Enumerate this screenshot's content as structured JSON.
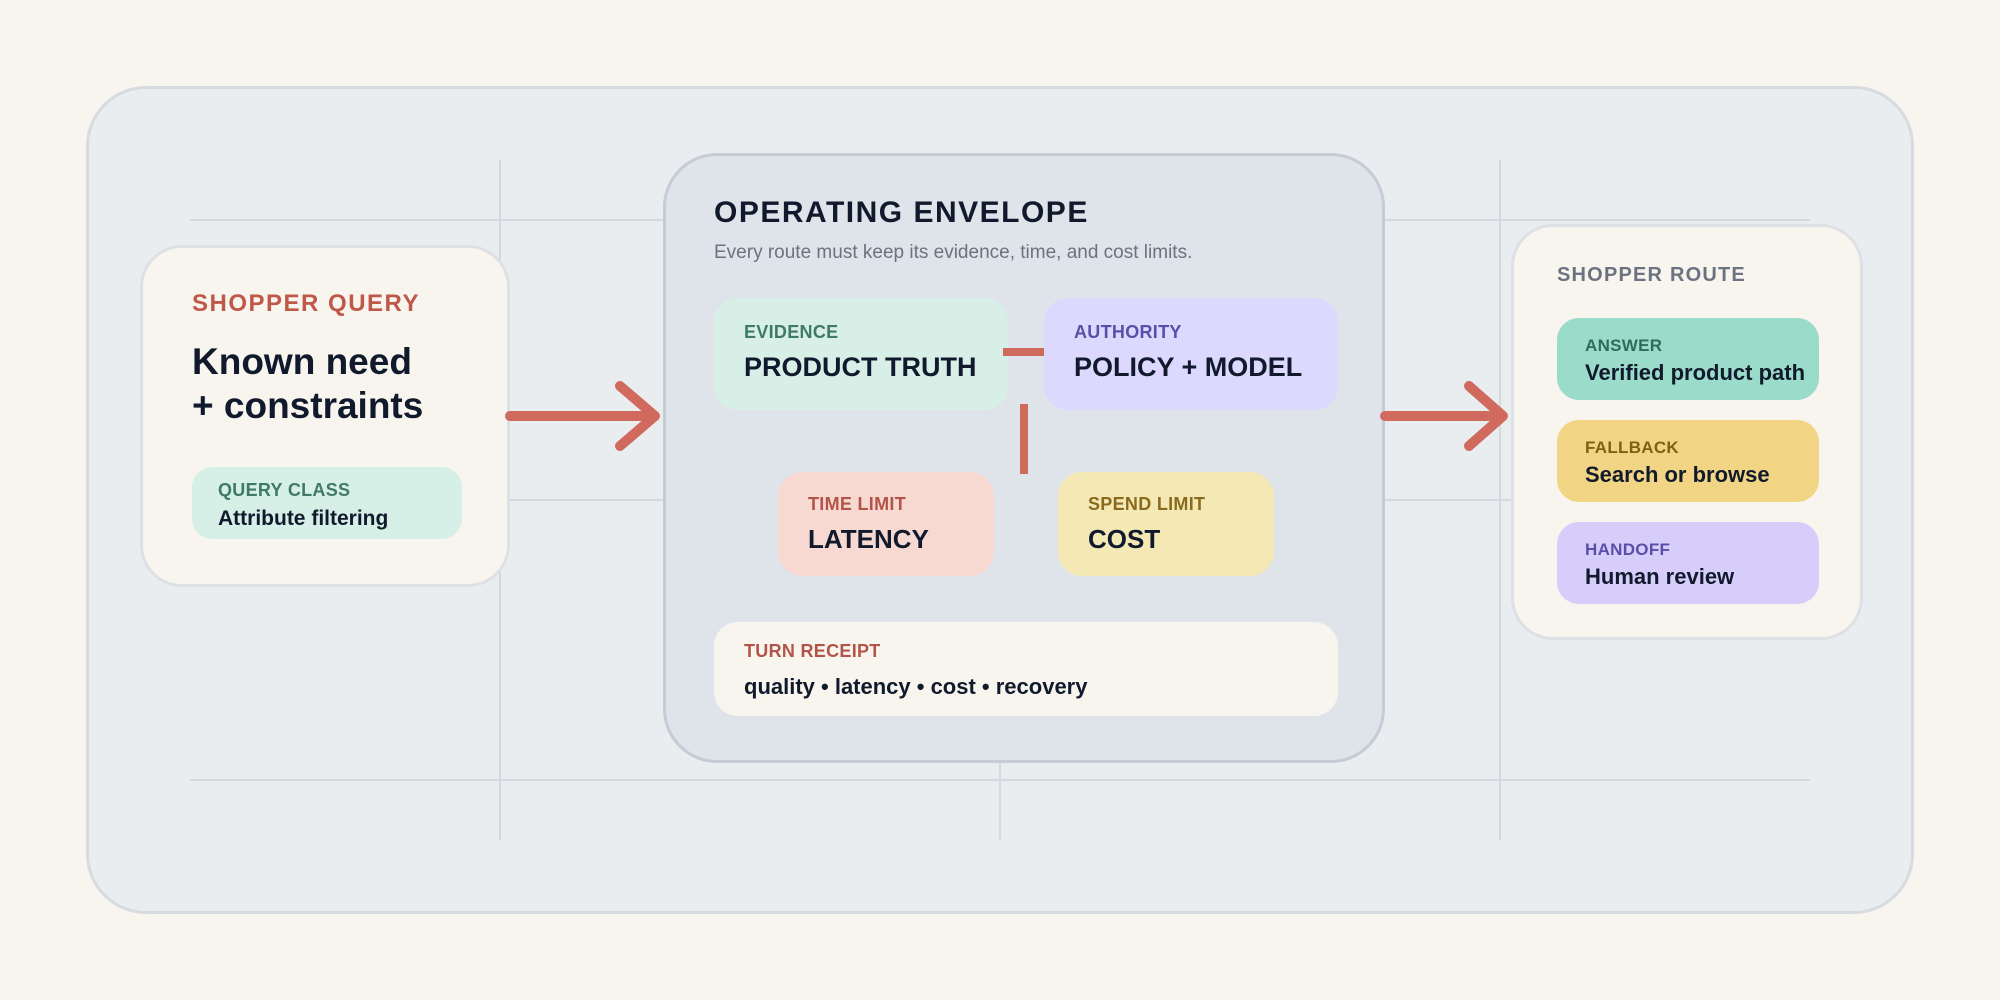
{
  "query": {
    "kicker": "SHOPPER QUERY",
    "headline_line1": "Known need",
    "headline_line2": "+ constraints",
    "class_label": "QUERY CLASS",
    "class_value": "Attribute filtering"
  },
  "envelope": {
    "title": "OPERATING ENVELOPE",
    "subtitle": "Every route must keep its evidence, time, and cost limits.",
    "evidence": {
      "label": "EVIDENCE",
      "value": "PRODUCT TRUTH"
    },
    "authority": {
      "label": "AUTHORITY",
      "value": "POLICY + MODEL"
    },
    "time": {
      "label": "TIME LIMIT",
      "value": "LATENCY"
    },
    "spend": {
      "label": "SPEND LIMIT",
      "value": "COST"
    },
    "receipt": {
      "label": "TURN RECEIPT",
      "value": "quality • latency • cost • recovery"
    }
  },
  "route": {
    "title": "SHOPPER ROUTE",
    "answer": {
      "label": "ANSWER",
      "value": "Verified product path"
    },
    "fallback": {
      "label": "FALLBACK",
      "value": "Search or browse"
    },
    "handoff": {
      "label": "HANDOFF",
      "value": "Human review"
    }
  },
  "colors": {
    "arrow": "#d06a5e",
    "evidence_bg": "#d8efe8",
    "authority_bg": "#ddd8fd",
    "time_bg": "#f7d9d2",
    "spend_bg": "#f4e8b5",
    "answer_bg": "#9bdbc9",
    "fallback_bg": "#f1d585",
    "handoff_bg": "#d6cdfb"
  }
}
